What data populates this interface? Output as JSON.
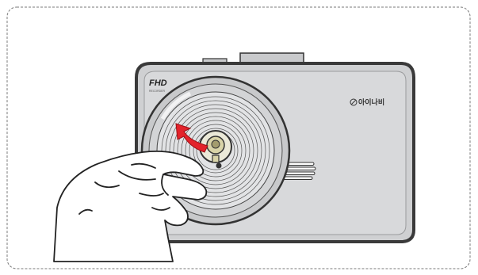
{
  "device": {
    "badge_main": "FHD",
    "badge_sub": "RECORDER",
    "brand": "아이나비"
  },
  "icons": {
    "brand_logo": "inavi-logo-icon",
    "rotate_arrow": "counterclockwise-arrow-icon",
    "hand": "hand-icon"
  },
  "colors": {
    "body_fill": "#cfd0d2",
    "body_stroke": "#3a3a3a",
    "arrow": "#e3232b",
    "frame_border": "#7a7a7a"
  }
}
